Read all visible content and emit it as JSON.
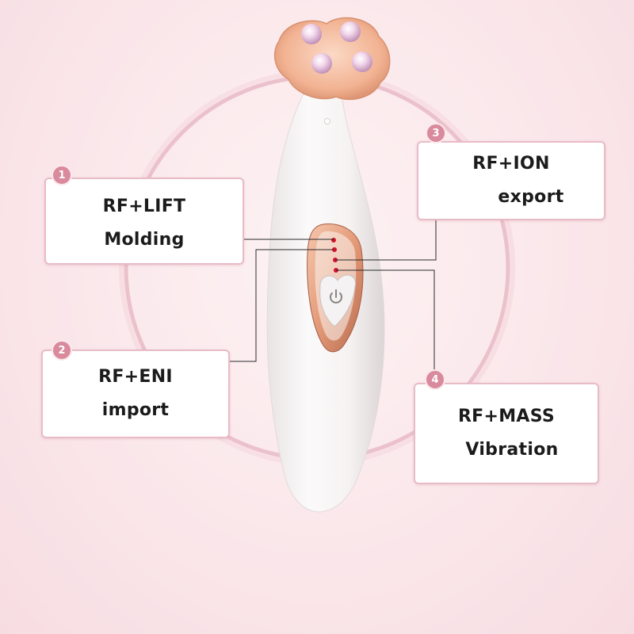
{
  "callouts": [
    {
      "number": "1",
      "line1": "RF+LIFT",
      "line2": "Molding"
    },
    {
      "number": "2",
      "line1": "RF+ENI",
      "line2": "import"
    },
    {
      "number": "3",
      "line1": "RF+ION",
      "line2": "export"
    },
    {
      "number": "4",
      "line1": "RF+MASS",
      "line2": "Vibration"
    }
  ],
  "colors": {
    "background": "#fbe9ec",
    "badge": "#d98a9c",
    "callout_border": "#e8bcc6",
    "device_body": "#f7f4f4",
    "rose_gold": "#e8a98c",
    "indicator_led": "#d0122a"
  },
  "icons": [
    "power-icon"
  ]
}
